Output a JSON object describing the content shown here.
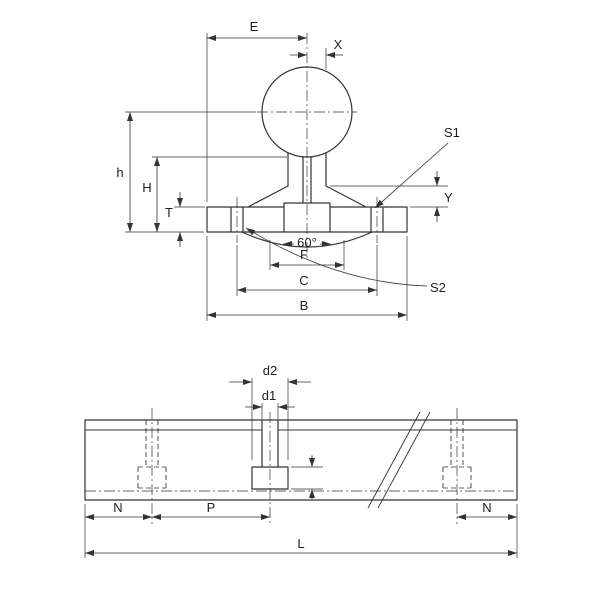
{
  "colors": {
    "background": "#ffffff",
    "line": "#333333",
    "text": "#1f1f1f"
  },
  "front_view": {
    "labels": {
      "E": "E",
      "X": "X",
      "S1": "S1",
      "h": "h",
      "H": "H",
      "T": "T",
      "Y": "Y",
      "angle": "60°",
      "F": "F",
      "C": "C",
      "B": "B",
      "S2": "S2"
    }
  },
  "rail_view": {
    "labels": {
      "d2": "d2",
      "d1": "d1",
      "n_left": "N",
      "p": "P",
      "n_right": "N",
      "l": "L"
    }
  }
}
